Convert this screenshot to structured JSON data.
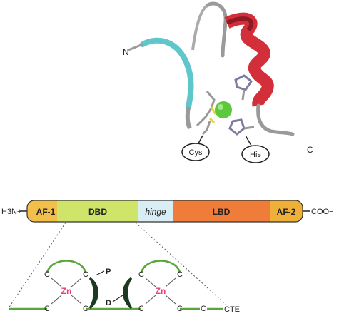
{
  "protein_structure": {
    "n_label": "N",
    "c_label": "C",
    "cys_label": "Cys",
    "his_label": "His"
  },
  "domain_bar": {
    "left_terminus": "H3N+",
    "right_terminus": "COO−",
    "segments": [
      {
        "label": "AF-1",
        "color": "#f2c04a"
      },
      {
        "label": "DBD",
        "color": "#cfe56a"
      },
      {
        "label": "hinge",
        "color": "#d9eef4"
      },
      {
        "label": "LBD",
        "color": "#f07c3a"
      },
      {
        "label": "AF-2",
        "color": "#efb03a"
      }
    ]
  },
  "zinc_finger": {
    "zn_label": "Zn",
    "c_label": "C",
    "p_label": "P",
    "d_label": "D",
    "cte_label": "CTE"
  },
  "colors": {
    "helix": "#d22f3b",
    "strand": "#5fc6cc",
    "zinc_ion": "#5cc83c",
    "finger_line": "#5aa63a",
    "zn_text": "#e0457a"
  }
}
